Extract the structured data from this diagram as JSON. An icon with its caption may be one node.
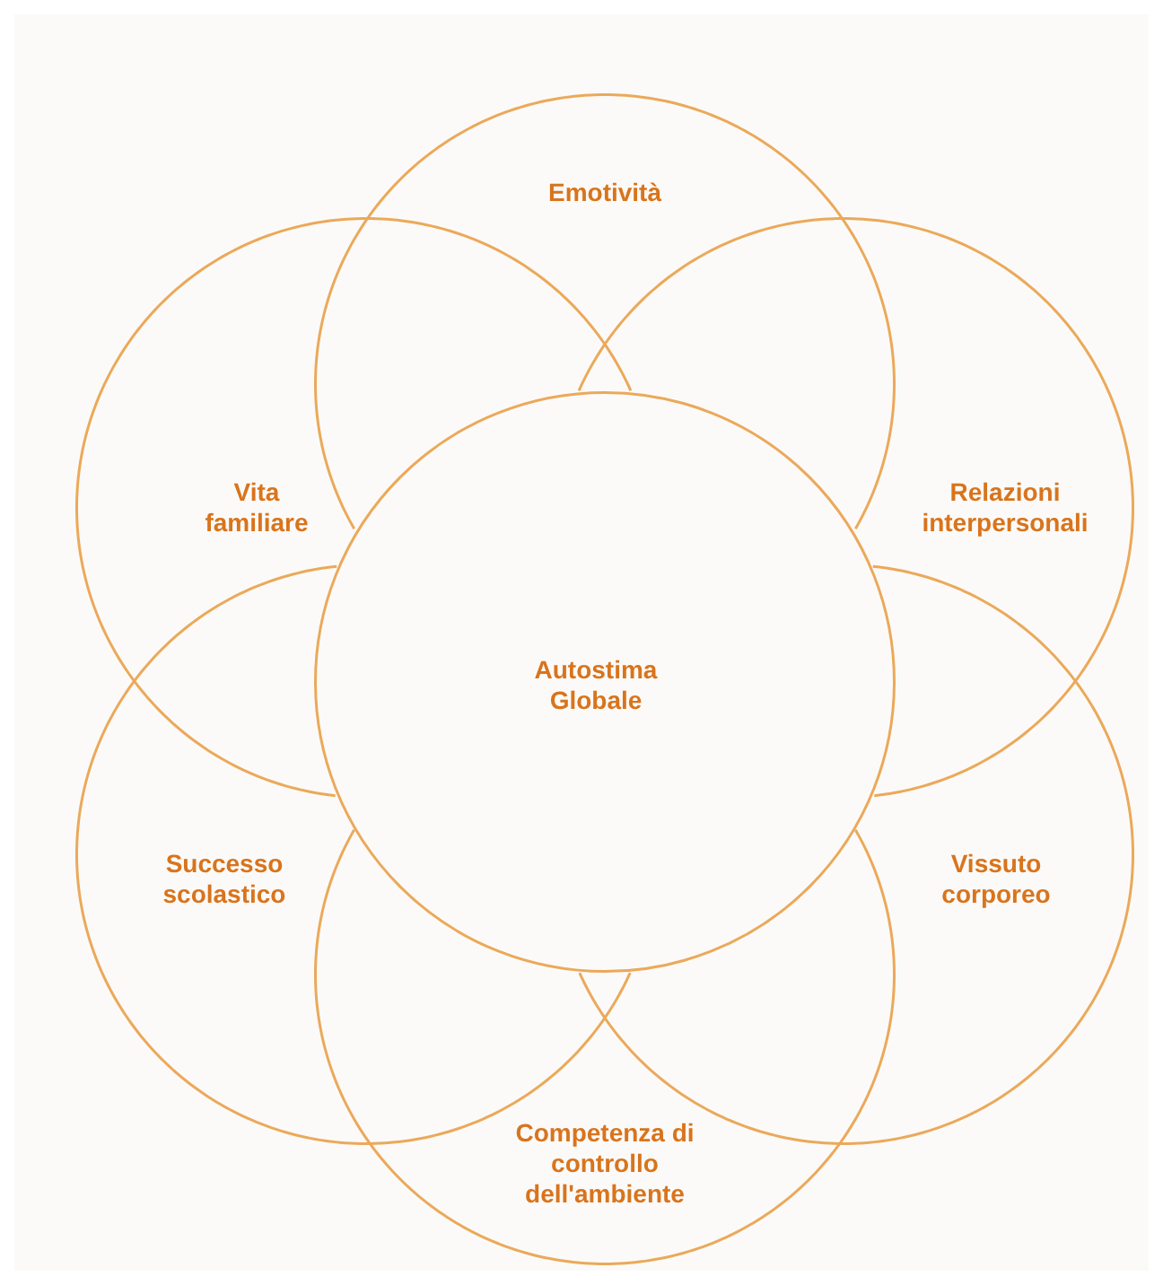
{
  "diagram": {
    "nodes": [
      {
        "text": [
          "Emotività"
        ]
      },
      {
        "text": [
          "Vita familiare"
        ]
      },
      {
        "text": [
          "Relazioni interpersonali"
        ]
      },
      {
        "text": [
          "Autostima Globale"
        ]
      },
      {
        "text": [
          "Successo scolastico"
        ]
      },
      {
        "text": [
          "Vissuto corporeo"
        ]
      },
      {
        "text": [
          "Competenza di controllo dell'ambiente"
        ]
      }
    ]
  }
}
